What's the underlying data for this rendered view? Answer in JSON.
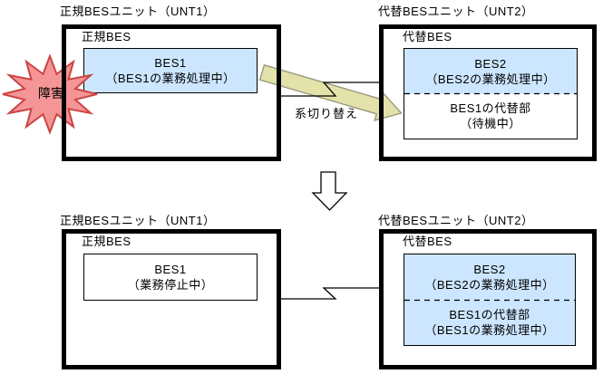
{
  "diagram_type": "BES unit failover (system switchover) before/after diagram",
  "colors": {
    "active_fill": "#cce6ff",
    "idle_fill": "#ffffff",
    "box_line": "#000000",
    "failure_fill": "#f59595",
    "failure_stroke": "#cc4444",
    "switch_arrow_fill": "#e2e2aa",
    "switch_arrow_stroke": "#99997d",
    "flow_arrow_fill": "#ffffff",
    "flow_arrow_stroke": "#000000"
  },
  "before": {
    "primary_unit": {
      "title": "正規BESユニット（UNT1）",
      "label": "正規BES",
      "bes_line1": "BES1",
      "bes_line2": "（BES1の業務処理中）"
    },
    "alternate_unit": {
      "title": "代替BESユニット（UNT2）",
      "label": "代替BES",
      "bes2_line1": "BES2",
      "bes2_line2": "（BES2の業務処理中）",
      "standby_line1": "BES1の代替部",
      "standby_line2": "（待機中）"
    },
    "failure_label": "障害",
    "switchover_label": "系切り替え"
  },
  "after": {
    "primary_unit": {
      "title": "正規BESユニット（UNT1）",
      "label": "正規BES",
      "bes_line1": "BES1",
      "bes_line2": "（業務停止中）"
    },
    "alternate_unit": {
      "title": "代替BESユニット（UNT2）",
      "label": "代替BES",
      "bes2_line1": "BES2",
      "bes2_line2": "（BES2の業務処理中）",
      "standby_line1": "BES1の代替部",
      "standby_line2": "（BES1の業務処理中）"
    }
  }
}
